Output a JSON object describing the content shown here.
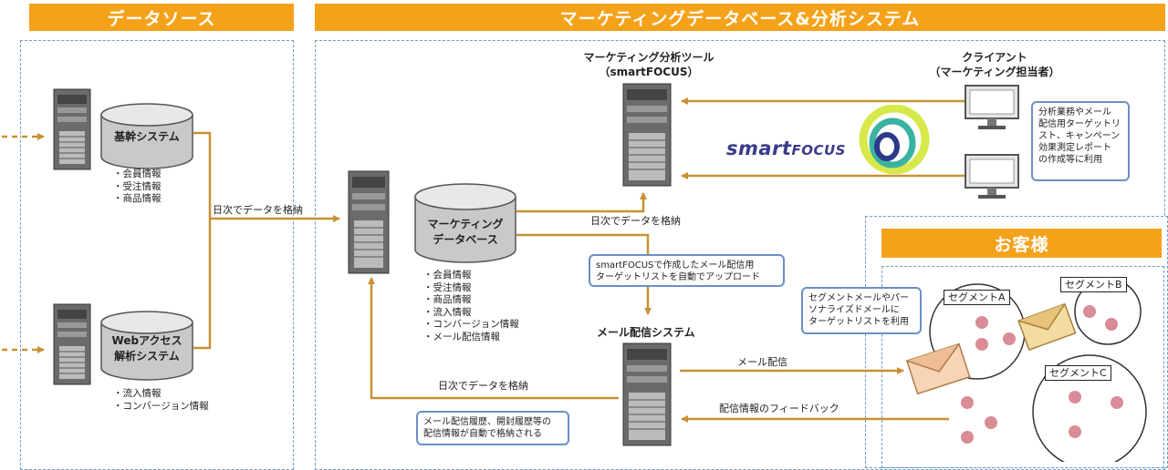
{
  "sections": {
    "data_source": "データソース",
    "marketing_system": "マーケティングデータベース&分析システム",
    "customer": "お客様"
  },
  "source_dbs": {
    "core": "基幹システム",
    "web_line1": "Webアクセス",
    "web_line2": "解析システム"
  },
  "lists": {
    "core": [
      "・会員情報",
      "・受注情報",
      "・商品情報"
    ],
    "web": [
      "・流入情報",
      "・コンバージョン情報"
    ],
    "marketing_db": [
      "・会員情報",
      "・受注情報",
      "・商品情報",
      "・流入情報",
      "・コンバージョン情報",
      "・メール配信情報"
    ]
  },
  "marketing_db": {
    "line1": "マーケティング",
    "line2": "データベース"
  },
  "analysis_tool": {
    "line1": "マーケティング分析ツール",
    "line2": "（smartFOCUS）"
  },
  "client": {
    "line1": "クライアント",
    "line2": "（マーケティング担当者）"
  },
  "client_note": [
    "分析業務やメール",
    "配信用ターゲットリ",
    "スト、キャンペーン",
    "効果測定レポート",
    "の作成等に利用"
  ],
  "logo": {
    "text_a": "smart",
    "text_b": "FOCUS"
  },
  "mail_system": "メール配信システム",
  "arrows": {
    "daily_store_1": "日次でデータを格納",
    "daily_store_2": "日次でデータを格納",
    "daily_store_3": "日次でデータを格納",
    "mail_delivery": "メール配信",
    "feedback": "配信情報のフィードバック"
  },
  "upload_note": [
    "smartFOCUSで作成したメール配信用",
    "ターゲットリストを自動でアップロード"
  ],
  "history_note": [
    "メール配信履歴、開封履歴等の",
    "配信情報が自動で格納される"
  ],
  "segment_note": [
    "セグメントメールやパー",
    "ソナライズドメールに",
    "ターゲットリストを利用"
  ],
  "segments": {
    "a": "セグメントA",
    "b": "セグメントB",
    "c": "セグメントC"
  },
  "colors": {
    "banner": "#f5a21b",
    "arrow": "#c89134",
    "dashed_border": "#6e9bc4",
    "note_border": "#6b8fc7",
    "dot": "#d98c95"
  }
}
